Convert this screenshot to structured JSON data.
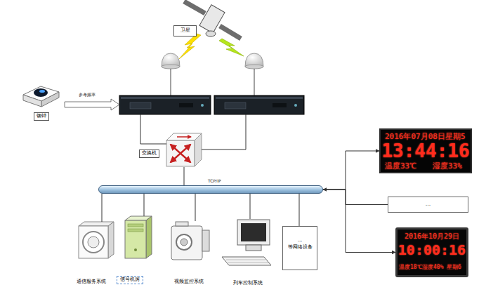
{
  "diagram": {
    "nodes": [
      {
        "text": [
          "卫星"
        ]
      },
      {
        "text": [
          "铷钟"
        ]
      },
      {
        "text": [
          "交换机"
        ]
      },
      {
        "text": [
          "TCP/IP"
        ]
      },
      {
        "text": [
          "2016年07月08日星期5",
          "13:44:16",
          "温度33℃",
          "湿度33%"
        ]
      },
      {
        "text": [
          "..."
        ]
      },
      {
        "text": [
          "2016年10月29日",
          "10:00:16",
          "温度18℃",
          "湿度40%",
          "星期6"
        ]
      },
      {
        "text": [
          "通信服务系统"
        ]
      },
      {
        "text": [
          "信号机房"
        ]
      },
      {
        "text": [
          "视频监控系统"
        ]
      },
      {
        "text": [
          "列车控制系统"
        ]
      },
      {
        "text": [
          "...",
          "等网络设备"
        ]
      }
    ],
    "edges": [
      {
        "from": 2,
        "to": 3,
        "arrow": "none"
      },
      {
        "from": 3,
        "to": 4,
        "arrow": "to"
      },
      {
        "from": 5,
        "to": 3,
        "arrow": "to"
      },
      {
        "from": 3,
        "to": 6,
        "arrow": "to"
      },
      {
        "from": 3,
        "to": 7,
        "arrow": "none"
      },
      {
        "from": 3,
        "to": 8,
        "arrow": "none"
      },
      {
        "from": 3,
        "to": 9,
        "arrow": "none"
      },
      {
        "from": 3,
        "to": 10,
        "arrow": "none"
      },
      {
        "from": 3,
        "to": 11,
        "arrow": "none"
      }
    ],
    "labels": [
      "参考频率"
    ]
  }
}
